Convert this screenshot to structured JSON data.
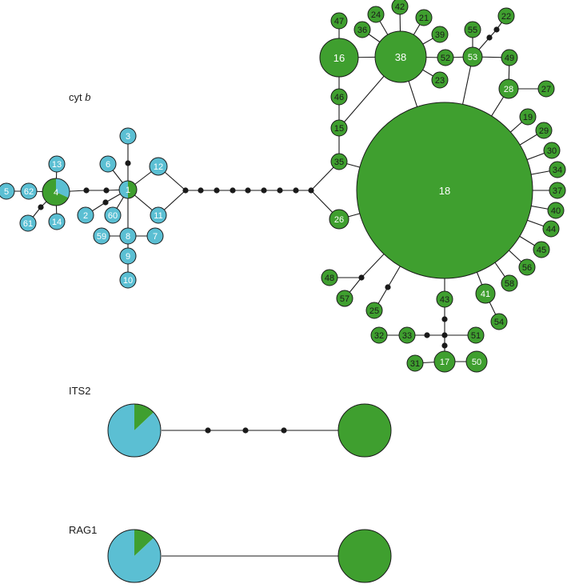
{
  "panels": {
    "cytb": {
      "title": "cyt",
      "title_italic": "b"
    },
    "its2": {
      "title": "ITS2"
    },
    "rag1": {
      "title": "RAG1"
    }
  },
  "colors": {
    "green": "#3f9f2f",
    "blue": "#5bbfd3",
    "edge": "#1a1a1a",
    "node_text": "#ffffff",
    "dark_text": "#1a1a1a"
  },
  "haplotype_labels": {
    "h1": "1",
    "h2": "2",
    "h3": "3",
    "h4": "4",
    "h5": "5",
    "h6": "6",
    "h7": "7",
    "h8": "8",
    "h9": "9",
    "h10": "10",
    "h11": "11",
    "h12": "12",
    "h13": "13",
    "h14": "14",
    "h15": "15",
    "h16": "16",
    "h17": "17",
    "h18": "18",
    "h19": "19",
    "h20": "",
    "h21": "21",
    "h22": "22",
    "h23": "23",
    "h24": "24",
    "h25": "25",
    "h26": "26",
    "h27": "27",
    "h28": "28",
    "h29": "29",
    "h30": "30",
    "h31": "31",
    "h32": "32",
    "h33": "33",
    "h34": "34",
    "h35": "35",
    "h36": "36",
    "h37": "37",
    "h38": "38",
    "h39": "39",
    "h40": "40",
    "h41": "41",
    "h42": "42",
    "h43": "43",
    "h44": "44",
    "h45": "45",
    "h46": "46",
    "h47": "47",
    "h48": "48",
    "h49": "49",
    "h50": "50",
    "h51": "51",
    "h52": "52",
    "h53": "53",
    "h54": "54",
    "h55": "55",
    "h56": "56",
    "h57": "57",
    "h58": "58",
    "h59": "59",
    "h60": "60",
    "h61": "61",
    "h62": "62"
  }
}
